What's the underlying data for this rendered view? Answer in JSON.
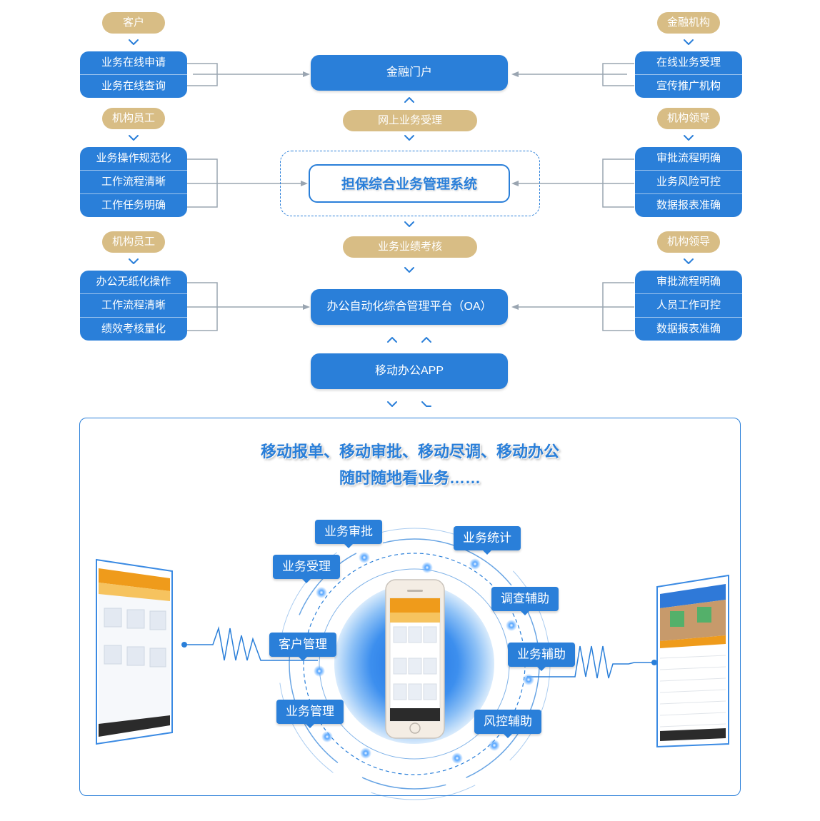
{
  "customer": {
    "tag": "客户",
    "items": [
      "业务在线申请",
      "业务在线查询"
    ]
  },
  "finance_org": {
    "tag": "金融机构",
    "items": [
      "在线业务受理",
      "宣传推广机构"
    ]
  },
  "staff_1": {
    "tag": "机构员工",
    "items": [
      "业务操作规范化",
      "工作流程清晰",
      "工作任务明确"
    ]
  },
  "leader_1": {
    "tag": "机构领导",
    "items": [
      "审批流程明确",
      "业务风险可控",
      "数据报表准确"
    ]
  },
  "staff_2": {
    "tag": "机构员工",
    "items": [
      "办公无纸化操作",
      "工作流程清晰",
      "绩效考核量化"
    ]
  },
  "leader_2": {
    "tag": "机构领导",
    "items": [
      "审批流程明确",
      "人员工作可控",
      "数据报表准确"
    ]
  },
  "center": {
    "portal": "金融门户",
    "online_tag": "网上业务受理",
    "system": "担保综合业务管理系统",
    "perf_tag": "业务业绩考核",
    "oa": "办公自动化综合管理平台（OA）",
    "app": "移动办公APP"
  },
  "mobile": {
    "slogan1": "移动报单、移动审批、移动尽调、移动办公",
    "slogan2": "随时随地看业务……",
    "bubbles": {
      "approve": "业务审批",
      "accept": "业务受理",
      "stats": "业务统计",
      "survey": "调查辅助",
      "customer": "客户管理",
      "assist": "业务辅助",
      "manage": "业务管理",
      "risk": "风控辅助"
    }
  },
  "colors": {
    "primary": "#2a7fd9",
    "tag": "#d8bd85"
  }
}
